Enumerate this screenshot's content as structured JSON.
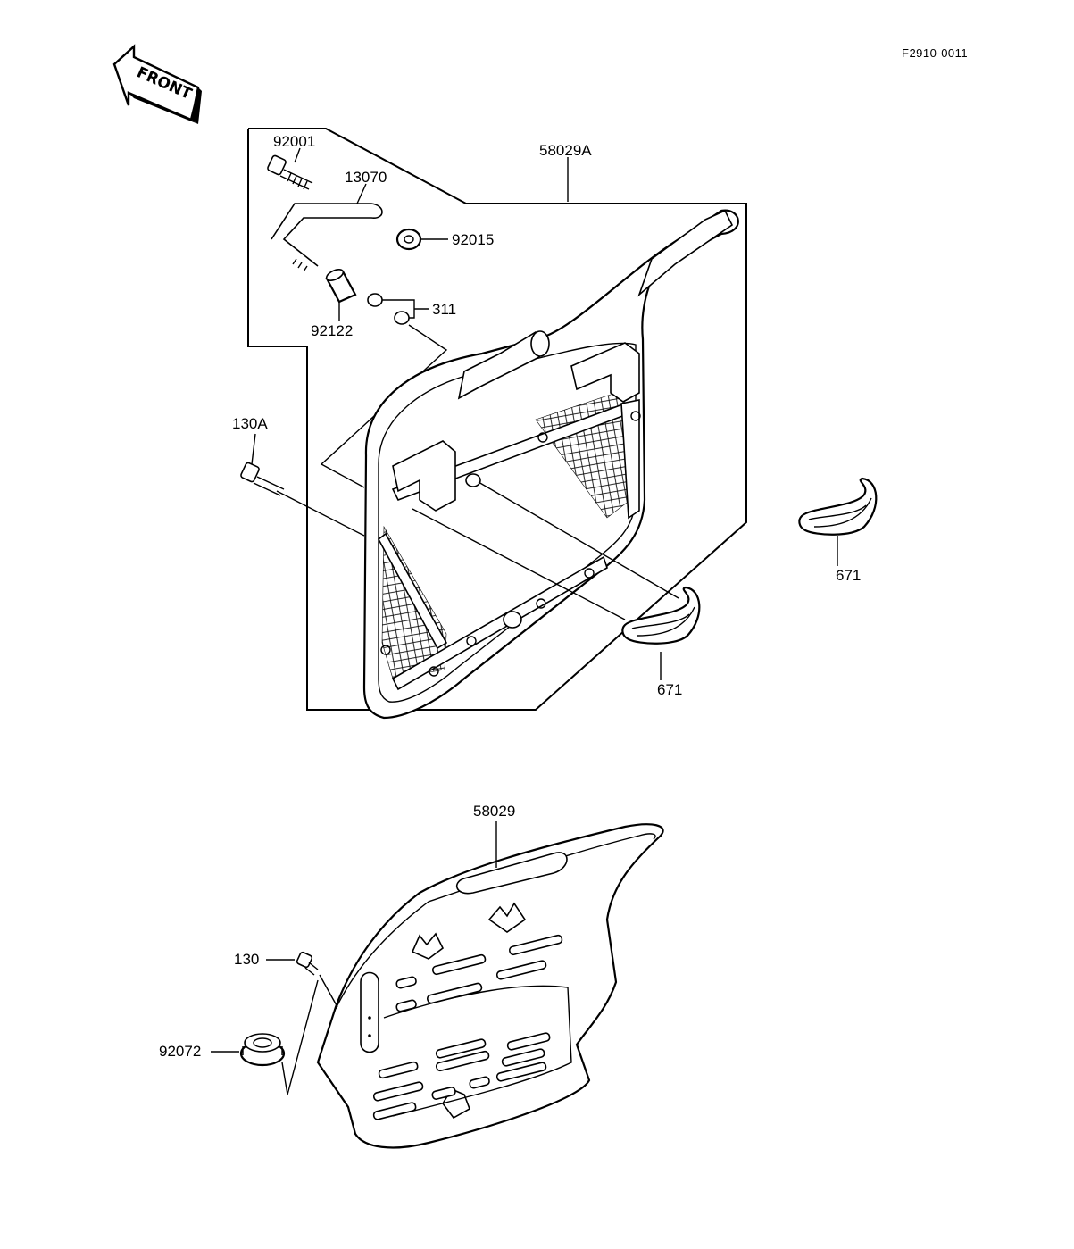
{
  "drawing_code": "F2910-0011",
  "front_marker": "FRONT",
  "callouts": {
    "p92001": "92001",
    "p13070": "13070",
    "p58029A": "58029A",
    "p92015": "92015",
    "p311": "311",
    "p92122": "92122",
    "p130A": "130A",
    "p671_right": "671",
    "p671_lower": "671",
    "p58029": "58029",
    "p130": "130",
    "p92072": "92072"
  }
}
